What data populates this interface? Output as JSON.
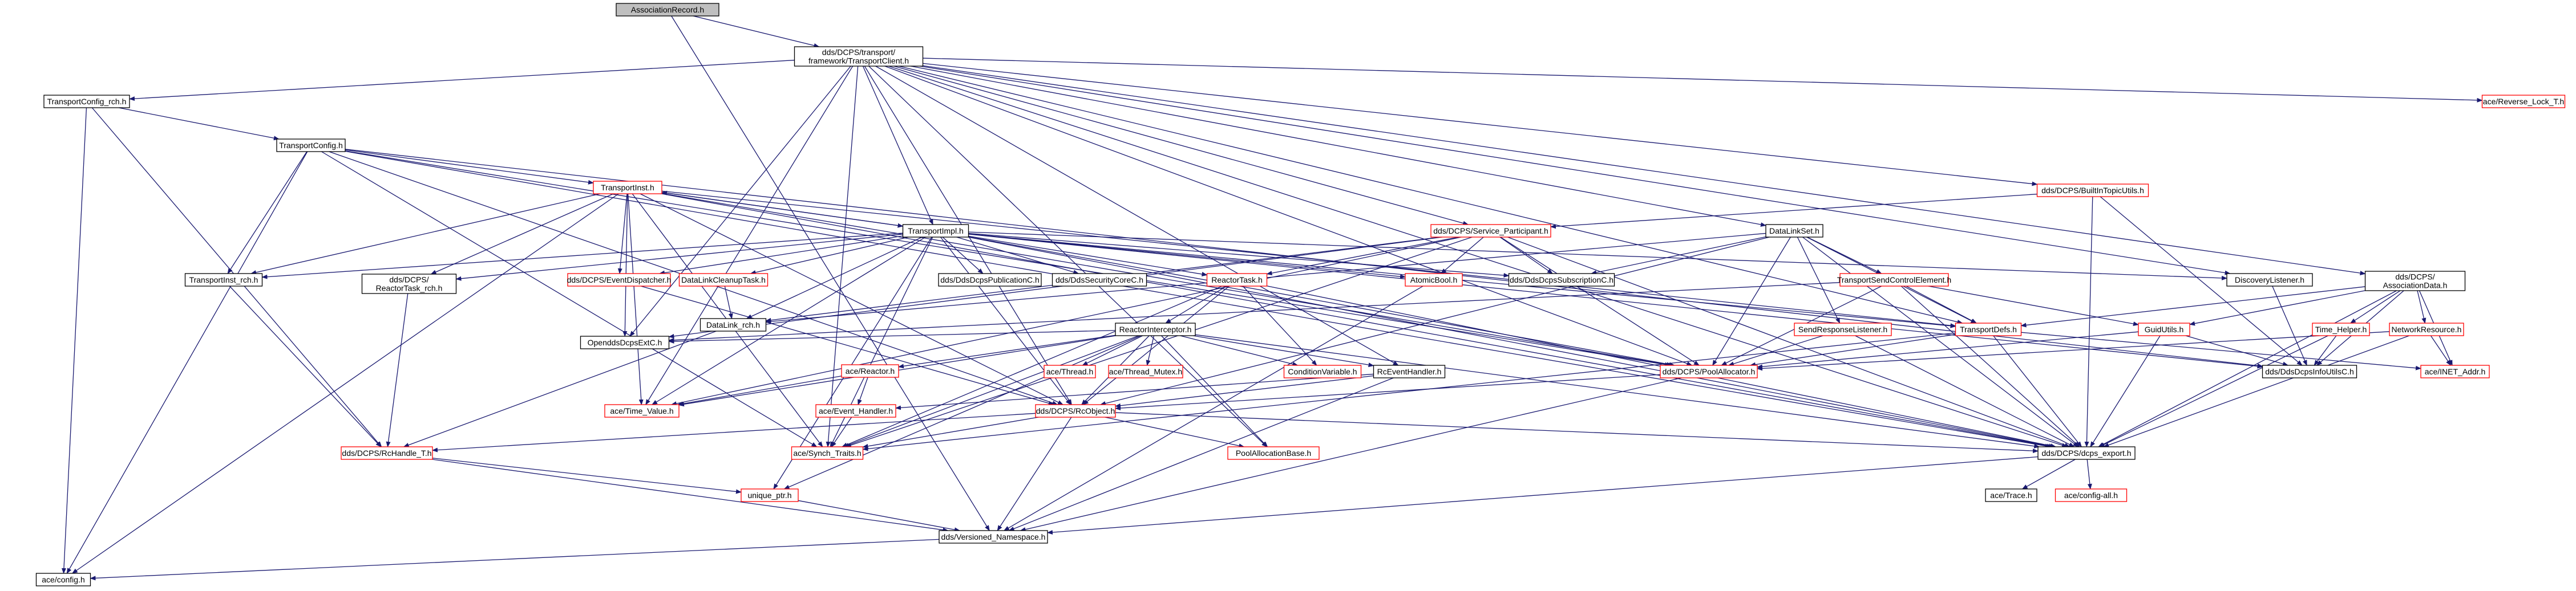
{
  "colors": {
    "edge": "#191970",
    "root_fill": "#bfbfbf",
    "normal_border": "#000000",
    "truncated_border": "#ff0000"
  },
  "nodes": [
    {
      "id": "root",
      "label": "AssociationRecord.h",
      "style": "root"
    },
    {
      "id": "tc",
      "label": "dds/DCPS/transport/framework/TransportClient.h",
      "style": "normal"
    },
    {
      "id": "tcfg_rch",
      "label": "TransportConfig_rch.h",
      "style": "normal"
    },
    {
      "id": "tcfg",
      "label": "TransportConfig.h",
      "style": "normal"
    },
    {
      "id": "tinst",
      "label": "TransportInst.h",
      "style": "truncated"
    },
    {
      "id": "timpl",
      "label": "TransportImpl.h",
      "style": "normal"
    },
    {
      "id": "tinst_rch",
      "label": "TransportInst_rch.h",
      "style": "normal"
    },
    {
      "id": "reactortask_rch",
      "label": "dds/DCPS/ReactorTask_rch.h",
      "style": "normal"
    },
    {
      "id": "eventdisp",
      "label": "dds/DCPS/EventDispatcher.h",
      "style": "truncated"
    },
    {
      "id": "dlcleanup",
      "label": "DataLinkCleanupTask.h",
      "style": "truncated"
    },
    {
      "id": "pubc",
      "label": "dds/DdsDcpsPublicationC.h",
      "style": "normal"
    },
    {
      "id": "secc",
      "label": "dds/DdsSecurityCoreC.h",
      "style": "normal"
    },
    {
      "id": "reactortask",
      "label": "ReactorTask.h",
      "style": "truncated"
    },
    {
      "id": "serviceparticipant",
      "label": "dds/DCPS/Service_Participant.h",
      "style": "truncated"
    },
    {
      "id": "atomicbool",
      "label": "AtomicBool.h",
      "style": "truncated"
    },
    {
      "id": "subc",
      "label": "dds/DdsDcpsSubscriptionC.h",
      "style": "normal"
    },
    {
      "id": "datalinkset",
      "label": "DataLinkSet.h",
      "style": "normal"
    },
    {
      "id": "tsendctrl",
      "label": "TransportSendControlElement.h",
      "style": "truncated"
    },
    {
      "id": "sendresp",
      "label": "SendResponseListener.h",
      "style": "truncated"
    },
    {
      "id": "tdefs",
      "label": "TransportDefs.h",
      "style": "truncated"
    },
    {
      "id": "builtintopic",
      "label": "dds/DCPS/BuiltInTopicUtils.h",
      "style": "truncated"
    },
    {
      "id": "disclistener",
      "label": "DiscoveryListener.h",
      "style": "normal"
    },
    {
      "id": "assocdata",
      "label": "dds/DCPS/AssociationData.h",
      "style": "normal"
    },
    {
      "id": "reverselock",
      "label": "ace/Reverse_Lock_T.h",
      "style": "truncated"
    },
    {
      "id": "guidutils",
      "label": "GuidUtils.h",
      "style": "truncated"
    },
    {
      "id": "timehelper",
      "label": "Time_Helper.h",
      "style": "truncated"
    },
    {
      "id": "netresource",
      "label": "NetworkResource.h",
      "style": "truncated"
    },
    {
      "id": "datalink_rch",
      "label": "DataLink_rch.h",
      "style": "normal"
    },
    {
      "id": "reactorint",
      "label": "ReactorInterceptor.h",
      "style": "normal"
    },
    {
      "id": "opendds_exc",
      "label": "OpenddsDcpsExtC.h",
      "style": "normal"
    },
    {
      "id": "acereactor",
      "label": "ace/Reactor.h",
      "style": "truncated"
    },
    {
      "id": "acethread",
      "label": "ace/Thread.h",
      "style": "truncated"
    },
    {
      "id": "acethreadmutex",
      "label": "ace/Thread_Mutex.h",
      "style": "truncated"
    },
    {
      "id": "condvar",
      "label": "ConditionVariable.h",
      "style": "truncated"
    },
    {
      "id": "rceventhandler",
      "label": "RcEventHandler.h",
      "style": "normal"
    },
    {
      "id": "poolalloc",
      "label": "dds/DCPS/PoolAllocator.h",
      "style": "truncated"
    },
    {
      "id": "infoutils",
      "label": "dds/DdsDcpsInfoUtilsC.h",
      "style": "normal"
    },
    {
      "id": "inetaddr",
      "label": "ace/INET_Addr.h",
      "style": "truncated"
    },
    {
      "id": "timevalue",
      "label": "ace/Time_Value.h",
      "style": "truncated"
    },
    {
      "id": "eventhandler",
      "label": "ace/Event_Handler.h",
      "style": "truncated"
    },
    {
      "id": "rcobject",
      "label": "dds/DCPS/RcObject.h",
      "style": "truncated"
    },
    {
      "id": "rchandle",
      "label": "dds/DCPS/RcHandle_T.h",
      "style": "truncated"
    },
    {
      "id": "synchtraits",
      "label": "ace/Synch_Traits.h",
      "style": "truncated"
    },
    {
      "id": "pooalloc_base",
      "label": "PoolAllocationBase.h",
      "style": "truncated"
    },
    {
      "id": "dcps_export",
      "label": "dds/DCPS/dcps_export.h",
      "style": "normal"
    },
    {
      "id": "uniqueptr",
      "label": "unique_ptr.h",
      "style": "truncated"
    },
    {
      "id": "acetrace",
      "label": "ace/Trace.h",
      "style": "normal"
    },
    {
      "id": "aceconfigall",
      "label": "ace/config-all.h",
      "style": "truncated"
    },
    {
      "id": "versioned_ns",
      "label": "dds/Versioned_Namespace.h",
      "style": "normal"
    },
    {
      "id": "aceconfig",
      "label": "ace/config.h",
      "style": "normal"
    }
  ],
  "edges": [
    [
      "root",
      "tc"
    ],
    [
      "root",
      "versioned_ns"
    ],
    [
      "tc",
      "tcfg_rch"
    ],
    [
      "tc",
      "timpl"
    ],
    [
      "tc",
      "reverselock"
    ],
    [
      "tc",
      "assocdata"
    ],
    [
      "tc",
      "builtintopic"
    ],
    [
      "tc",
      "datalinkset"
    ],
    [
      "tc",
      "serviceparticipant"
    ],
    [
      "tc",
      "disclistener"
    ],
    [
      "tc",
      "poolalloc"
    ],
    [
      "tc",
      "dcps_export"
    ],
    [
      "tc",
      "rceventhandler"
    ],
    [
      "tc",
      "pooalloc_base"
    ],
    [
      "tc",
      "synchtraits"
    ],
    [
      "tc",
      "timevalue"
    ],
    [
      "tc",
      "tdefs"
    ],
    [
      "tc",
      "opendds_exc"
    ],
    [
      "tc",
      "rcobject"
    ],
    [
      "tcfg_rch",
      "tcfg"
    ],
    [
      "tcfg_rch",
      "rchandle"
    ],
    [
      "tcfg_rch",
      "aceconfig"
    ],
    [
      "tcfg",
      "tinst"
    ],
    [
      "tcfg",
      "tinst_rch"
    ],
    [
      "tcfg",
      "rcobject"
    ],
    [
      "tcfg",
      "poolalloc"
    ],
    [
      "tcfg",
      "dcps_export"
    ],
    [
      "tcfg",
      "synchtraits"
    ],
    [
      "tcfg",
      "aceconfig"
    ],
    [
      "tcfg",
      "infoutils"
    ],
    [
      "tinst",
      "timpl"
    ],
    [
      "tinst",
      "tinst_rch"
    ],
    [
      "tinst",
      "reactortask_rch"
    ],
    [
      "tinst",
      "eventdisp"
    ],
    [
      "tinst",
      "opendds_exc"
    ],
    [
      "tinst",
      "rcobject"
    ],
    [
      "tinst",
      "poolalloc"
    ],
    [
      "tinst",
      "dcps_export"
    ],
    [
      "tinst",
      "tdefs"
    ],
    [
      "tinst",
      "synchtraits"
    ],
    [
      "tinst",
      "aceconfig"
    ],
    [
      "tinst",
      "timevalue"
    ],
    [
      "timpl",
      "tinst"
    ],
    [
      "timpl",
      "tinst_rch"
    ],
    [
      "timpl",
      "reactortask_rch"
    ],
    [
      "timpl",
      "eventdisp"
    ],
    [
      "timpl",
      "dlcleanup"
    ],
    [
      "timpl",
      "pubc"
    ],
    [
      "timpl",
      "secc"
    ],
    [
      "timpl",
      "reactortask"
    ],
    [
      "timpl",
      "atomicbool"
    ],
    [
      "timpl",
      "subc"
    ],
    [
      "timpl",
      "disclistener"
    ],
    [
      "timpl",
      "tdefs"
    ],
    [
      "timpl",
      "datalink_rch"
    ],
    [
      "timpl",
      "rcobject"
    ],
    [
      "timpl",
      "poolalloc"
    ],
    [
      "timpl",
      "dcps_export"
    ],
    [
      "timpl",
      "synchtraits"
    ],
    [
      "timpl",
      "timevalue"
    ],
    [
      "timpl",
      "uniqueptr"
    ],
    [
      "timpl",
      "infoutils"
    ],
    [
      "tinst_rch",
      "rchandle"
    ],
    [
      "reactortask_rch",
      "rchandle"
    ],
    [
      "eventdisp",
      "rcobject"
    ],
    [
      "dlcleanup",
      "datalink_rch"
    ],
    [
      "reactortask",
      "reactorint"
    ],
    [
      "reactortask",
      "condvar"
    ],
    [
      "reactortask",
      "rcobject"
    ],
    [
      "reactortask",
      "dcps_export"
    ],
    [
      "reactortask",
      "synchtraits"
    ],
    [
      "serviceparticipant",
      "atomicbool"
    ],
    [
      "serviceparticipant",
      "reactortask"
    ],
    [
      "serviceparticipant",
      "poolalloc"
    ],
    [
      "serviceparticipant",
      "subc"
    ],
    [
      "serviceparticipant",
      "opendds_exc"
    ],
    [
      "serviceparticipant",
      "timevalue"
    ],
    [
      "serviceparticipant",
      "dcps_export"
    ],
    [
      "serviceparticipant",
      "synchtraits"
    ],
    [
      "serviceparticipant",
      "datalink_rch"
    ],
    [
      "atomicbool",
      "versioned_ns"
    ],
    [
      "datalinkset",
      "tsendctrl"
    ],
    [
      "datalinkset",
      "sendresp"
    ],
    [
      "datalinkset",
      "tdefs"
    ],
    [
      "datalinkset",
      "datalink_rch"
    ],
    [
      "datalinkset",
      "poolalloc"
    ],
    [
      "datalinkset",
      "rcobject"
    ],
    [
      "datalinkset",
      "dcps_export"
    ],
    [
      "datalinkset",
      "subc"
    ],
    [
      "tsendctrl",
      "tdefs"
    ],
    [
      "tsendctrl",
      "guidutils"
    ],
    [
      "tsendctrl",
      "poolalloc"
    ],
    [
      "tsendctrl",
      "dcps_export"
    ],
    [
      "tsendctrl",
      "opendds_exc"
    ],
    [
      "sendresp",
      "poolalloc"
    ],
    [
      "sendresp",
      "dcps_export"
    ],
    [
      "tdefs",
      "poolalloc"
    ],
    [
      "tdefs",
      "inetaddr"
    ],
    [
      "tdefs",
      "dcps_export"
    ],
    [
      "tdefs",
      "synchtraits"
    ],
    [
      "builtintopic",
      "serviceparticipant"
    ],
    [
      "builtintopic",
      "infoutils"
    ],
    [
      "builtintopic",
      "dcps_export"
    ],
    [
      "disclistener",
      "infoutils"
    ],
    [
      "assocdata",
      "tdefs"
    ],
    [
      "assocdata",
      "guidutils"
    ],
    [
      "assocdata",
      "timehelper"
    ],
    [
      "assocdata",
      "netresource"
    ],
    [
      "assocdata",
      "infoutils"
    ],
    [
      "assocdata",
      "dcps_export"
    ],
    [
      "assocdata",
      "inetaddr"
    ],
    [
      "guidutils",
      "infoutils"
    ],
    [
      "guidutils",
      "poolalloc"
    ],
    [
      "guidutils",
      "dcps_export"
    ],
    [
      "timehelper",
      "infoutils"
    ],
    [
      "timehelper",
      "dcps_export"
    ],
    [
      "netresource",
      "inetaddr"
    ],
    [
      "netresource",
      "dcps_export"
    ],
    [
      "netresource",
      "poolalloc"
    ],
    [
      "datalink_rch",
      "rchandle"
    ],
    [
      "reactorint",
      "acereactor"
    ],
    [
      "reactorint",
      "acethread"
    ],
    [
      "reactorint",
      "acethreadmutex"
    ],
    [
      "reactorint",
      "condvar"
    ],
    [
      "reactorint",
      "rceventhandler"
    ],
    [
      "reactorint",
      "rcobject"
    ],
    [
      "reactorint",
      "pooalloc_base"
    ],
    [
      "reactorint",
      "dcps_export"
    ],
    [
      "reactorint",
      "uniqueptr"
    ],
    [
      "reactorint",
      "timevalue"
    ],
    [
      "reactorint",
      "synchtraits"
    ],
    [
      "reactorint",
      "opendds_exc"
    ],
    [
      "acereactor",
      "eventhandler"
    ],
    [
      "acereactor",
      "timevalue"
    ],
    [
      "rceventhandler",
      "eventhandler"
    ],
    [
      "rceventhandler",
      "rcobject"
    ],
    [
      "rceventhandler",
      "versioned_ns"
    ],
    [
      "poolalloc",
      "rcobject"
    ],
    [
      "poolalloc",
      "versioned_ns"
    ],
    [
      "eventhandler",
      "synchtraits"
    ],
    [
      "rcobject",
      "rchandle"
    ],
    [
      "rcobject",
      "synchtraits"
    ],
    [
      "rcobject",
      "pooalloc_base"
    ],
    [
      "rcobject",
      "dcps_export"
    ],
    [
      "rcobject",
      "versioned_ns"
    ],
    [
      "rchandle",
      "uniqueptr"
    ],
    [
      "rchandle",
      "versioned_ns"
    ],
    [
      "uniqueptr",
      "versioned_ns"
    ],
    [
      "dcps_export",
      "acetrace"
    ],
    [
      "dcps_export",
      "aceconfigall"
    ],
    [
      "dcps_export",
      "versioned_ns"
    ],
    [
      "versioned_ns",
      "aceconfig"
    ]
  ]
}
